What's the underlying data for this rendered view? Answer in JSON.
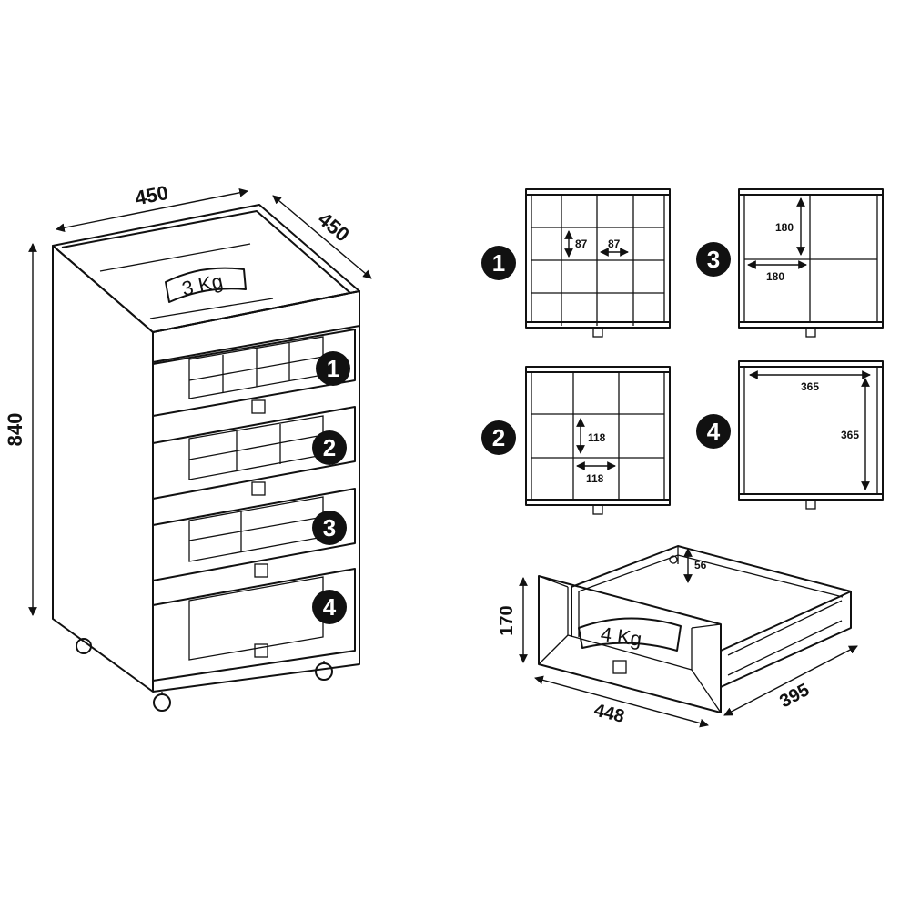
{
  "cabinet": {
    "width_label": "450",
    "depth_label": "450",
    "height_label": "840",
    "top_load_label": "3 Kg",
    "drawer_badges": [
      "1",
      "2",
      "3",
      "4"
    ]
  },
  "drawer_details": [
    {
      "badge": "1",
      "dim_a": "87",
      "dim_b": "87"
    },
    {
      "badge": "2",
      "dim_a": "118",
      "dim_b": "118"
    },
    {
      "badge": "3",
      "dim_a": "180",
      "dim_b": "180"
    },
    {
      "badge": "4",
      "dim_a": "365",
      "dim_b": "365"
    }
  ],
  "drawer": {
    "height_label": "170",
    "front_width_label": "448",
    "depth_label": "395",
    "side_label": "56",
    "load_label": "4 Kg"
  }
}
